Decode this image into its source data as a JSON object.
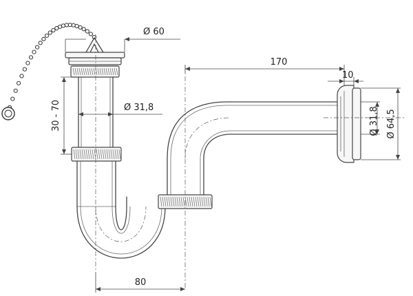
{
  "dimensions": {
    "diameter_60": "Ø 60",
    "diameter_31_8_vertical": "Ø 31,8",
    "height_range": "30 - 70",
    "length_170": "170",
    "flange_10": "10",
    "diameter_31_8_outlet": "Ø 31,8",
    "diameter_64_5": "Ø 64,5",
    "width_80": "80"
  }
}
